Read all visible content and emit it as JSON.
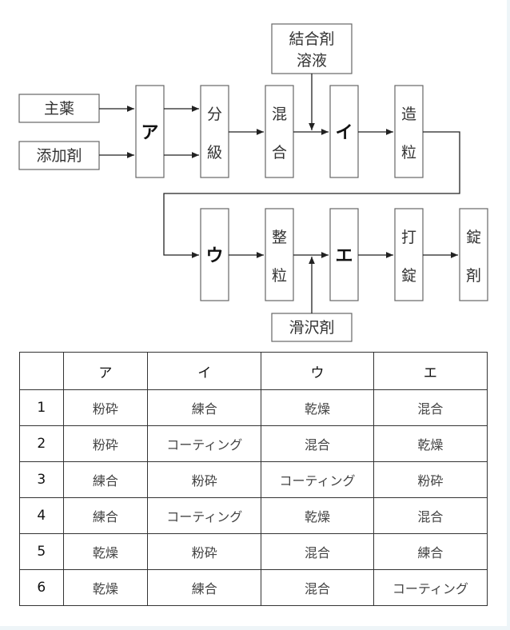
{
  "diagram": {
    "inputs": [
      "主薬",
      "添加剤"
    ],
    "binder": [
      "結合剤",
      "溶液"
    ],
    "lubricant": "滑沢剤",
    "row1": [
      [
        "ア"
      ],
      [
        "分",
        "級"
      ],
      [
        "混",
        "合"
      ],
      [
        "イ"
      ],
      [
        "造",
        "粒"
      ]
    ],
    "row2": [
      [
        "ウ"
      ],
      [
        "整",
        "粒"
      ],
      [
        "エ"
      ],
      [
        "打",
        "錠"
      ],
      [
        "錠",
        "剤"
      ]
    ]
  },
  "table": {
    "headers": [
      "",
      "ア",
      "イ",
      "ウ",
      "エ"
    ],
    "rows": [
      [
        "1",
        "粉砕",
        "練合",
        "乾燥",
        "混合"
      ],
      [
        "2",
        "粉砕",
        "コーティング",
        "混合",
        "乾燥"
      ],
      [
        "3",
        "練合",
        "粉砕",
        "コーティング",
        "粉砕"
      ],
      [
        "4",
        "練合",
        "コーティング",
        "乾燥",
        "混合"
      ],
      [
        "5",
        "乾燥",
        "粉砕",
        "混合",
        "練合"
      ],
      [
        "6",
        "乾燥",
        "練合",
        "混合",
        "コーティング"
      ]
    ]
  }
}
